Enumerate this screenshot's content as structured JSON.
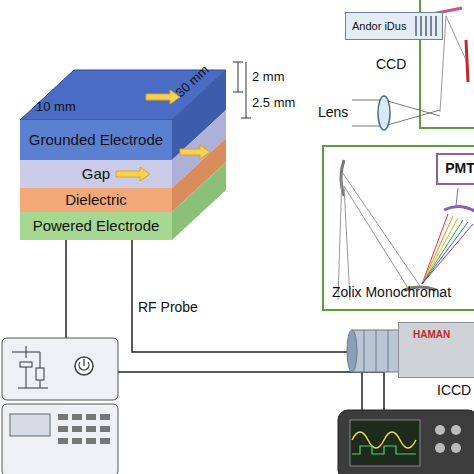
{
  "diagram": {
    "nodes": [
      {
        "text": [
          "Grounded Electrode"
        ]
      },
      {
        "text": [
          "Gap"
        ]
      },
      {
        "text": [
          "Dielectric"
        ]
      },
      {
        "text": [
          "Powered Electrode"
        ]
      },
      {
        "text": [
          "Andor iDus",
          "CCD"
        ]
      },
      {
        "text": [
          "Lens"
        ]
      },
      {
        "text": [
          "Zolix Monochromat"
        ]
      },
      {
        "text": [
          "PMT"
        ],
        "in": 6
      },
      {
        "text": [
          "HAMAN",
          "ICCD"
        ]
      }
    ],
    "labels": [
      "30 mm",
      "10 mm",
      "2 mm",
      "2.5 mm",
      "RF Probe"
    ]
  }
}
